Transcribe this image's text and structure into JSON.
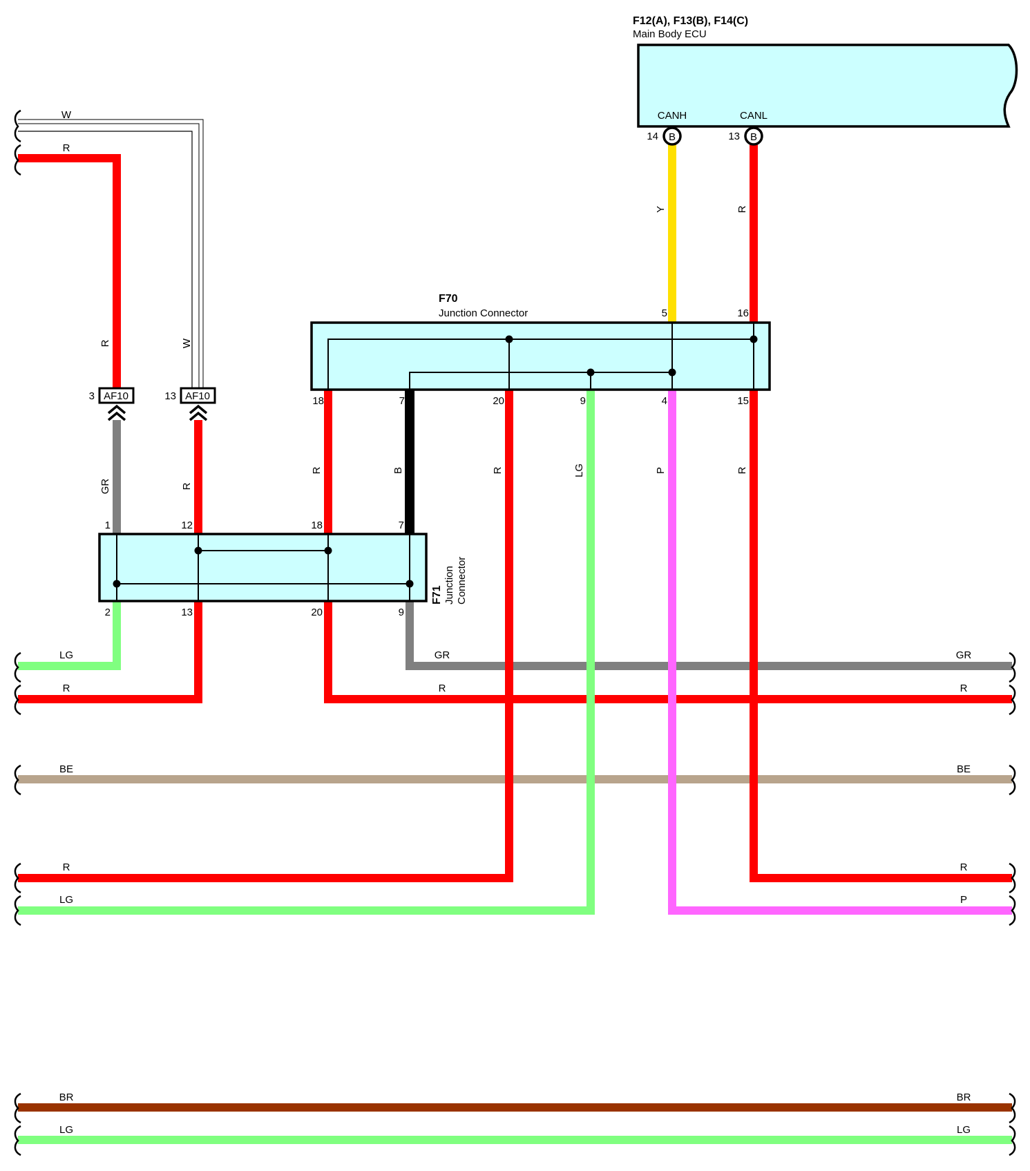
{
  "colors": {
    "R": "#ff0000",
    "W": "#ffffff",
    "GR": "#808080",
    "LG": "#80ff80",
    "BE": "#b8a48c",
    "B": "#000000",
    "Y": "#ffe000",
    "P": "#ff66ff",
    "BR": "#993300",
    "connector_fill": "#ccffff"
  },
  "ecu": {
    "title": "F12(A), F13(B), F14(C)",
    "name": "Main Body ECU",
    "pins": [
      {
        "name": "CANH",
        "num": "14",
        "conn": "B"
      },
      {
        "name": "CANL",
        "num": "13",
        "conn": "B"
      }
    ]
  },
  "f70": {
    "title": "F70",
    "name": "Junction Connector",
    "top_pins": [
      "5",
      "16"
    ],
    "bottom_pins": [
      "18",
      "7",
      "20",
      "9",
      "4",
      "15"
    ]
  },
  "f71": {
    "title": "F71",
    "name1": "Junction",
    "name2": "Connector",
    "top_pins": [
      "1",
      "12",
      "18",
      "7"
    ],
    "bottom_pins": [
      "2",
      "13",
      "20",
      "9"
    ]
  },
  "af10": [
    {
      "num": "3",
      "name": "AF10"
    },
    {
      "num": "13",
      "name": "AF10"
    }
  ],
  "wire_labels": {
    "w_top": "W",
    "r_top": "R",
    "r_v1": "R",
    "w_v1": "W",
    "gr_v": "GR",
    "r_v2": "R",
    "y_v": "Y",
    "r_v_canl": "R",
    "r_f70_18": "R",
    "b_f70_7": "B",
    "r_f70_20": "R",
    "lg_f70_9": "LG",
    "p_f70_4": "P",
    "r_f70_15": "R",
    "lg_l1": "LG",
    "r_l2": "R",
    "gr_mid": "GR",
    "gr_right": "GR",
    "r_mid": "R",
    "r_right": "R",
    "be_left": "BE",
    "be_right": "BE",
    "r_l3": "R",
    "r_right3": "R",
    "lg_l4": "LG",
    "p_right": "P",
    "br_left": "BR",
    "br_right": "BR",
    "lg_l5": "LG",
    "lg_right5": "LG"
  }
}
